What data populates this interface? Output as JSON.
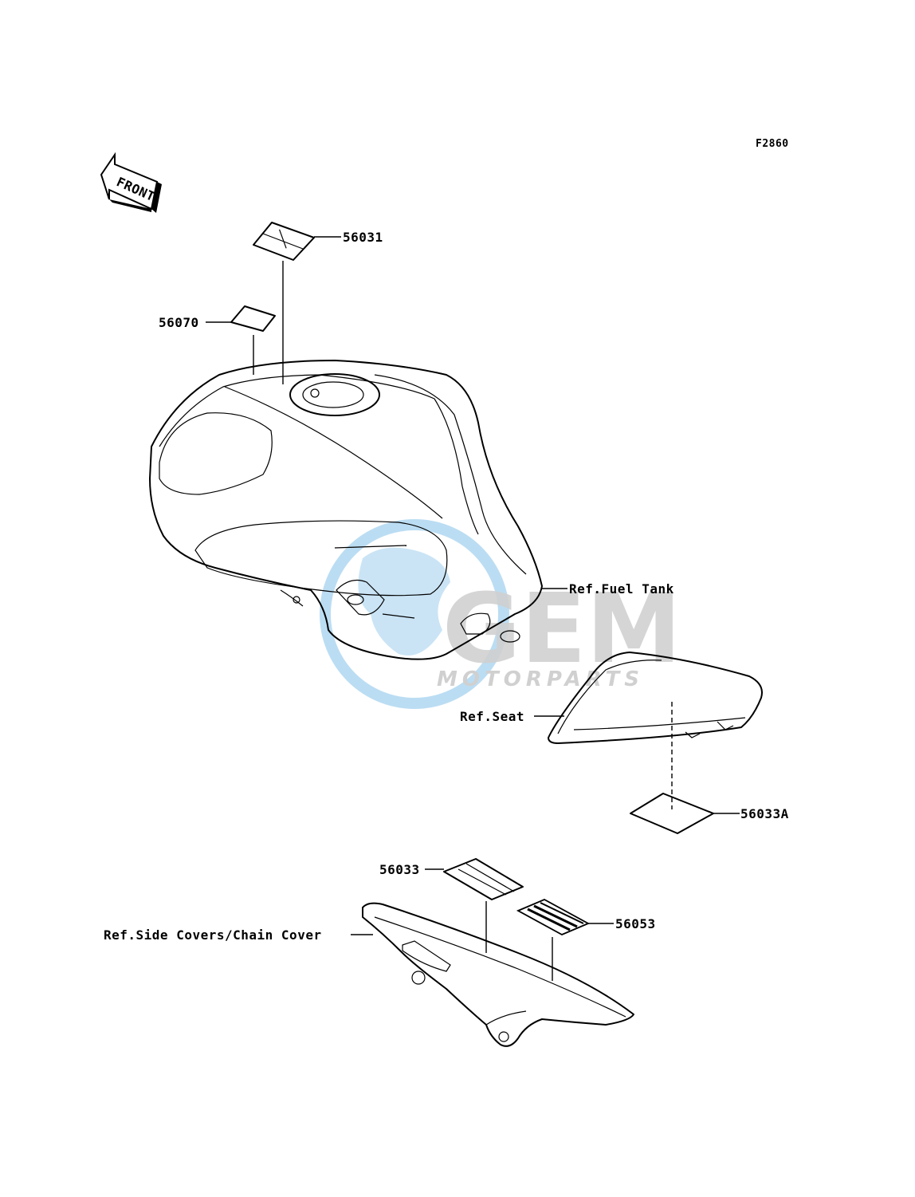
{
  "figure_code": "F2860",
  "front_label": "FRONT",
  "watermark": {
    "brand": "GEM",
    "sub": "MOTORPARTS",
    "color_primary": "#cfcfcf",
    "color_globe": "#4da6e0"
  },
  "callouts": {
    "p56031": "56031",
    "p56070": "56070",
    "ref_fuel_tank": "Ref.Fuel Tank",
    "ref_seat": "Ref.Seat",
    "p56033A": "56033A",
    "p56033": "56033",
    "p56053": "56053",
    "ref_side_covers": "Ref.Side Covers/Chain Cover"
  }
}
